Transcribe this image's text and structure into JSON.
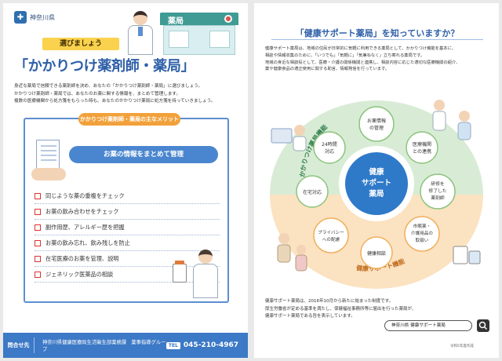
{
  "left": {
    "prefecture": "神奈川県",
    "pharmacy_sign": "薬局",
    "subtitle": "選びましょう",
    "title": "「かかりつけ薬剤師・薬局」",
    "intro_lines": [
      "身近な薬局で信頼できる薬剤師を決め、あなたの「かかりつけ薬剤師・薬局」に選びましょう。",
      "かかりつけ薬剤師・薬局では、あなたのお薬に関する情報を、まとめて管理します。",
      "複数の医療機関から処方箋をもらった時も、あなたのかかりつけ薬局に処方箋を持っていきましょう。"
    ],
    "merit_tab": "かかりつけ薬剤師・薬局の主なメリット",
    "feature_label": "お薬の情報をまとめて管理",
    "merits": [
      "同じような薬の重複をチェック",
      "お薬の飲み合わせをチェック",
      "副作用歴、アレルギー歴を把握",
      "お薬の飲み忘れ、飲み残しを防止",
      "在宅医療のお薬を管理、説明",
      "ジェネリック医薬品の相談"
    ],
    "contact": {
      "label": "問合せ先",
      "org": "神奈川県健康医療局生活衛生部薬務課　薬事指導グループ",
      "tel_label": "TEL",
      "tel": "045-210-4967"
    }
  },
  "right": {
    "title": "「健康サポート薬局」を知っていますか？",
    "intro_lines": [
      "健康サポート薬局は、地域の住民が日常的に気軽に利用できる薬局として、かかりつけ機能を基本に、",
      "相談や情報収集のために、「いつでも」「気軽に」「気兼ねなく」立ち寄れる薬局です。",
      "地域の身近な相談役として、医療・介護の関係機関と連携し、相談内容に応じた適切な医療機関の紹介、",
      "薬や健康食品の適正使用に関する助言、情報発信を行っています。"
    ],
    "center_lines": [
      "健康",
      "サポート",
      "薬局"
    ],
    "arc_top_label": "かかりつけ薬局機能",
    "arc_bottom_label": "健康サポート機能",
    "nodes": [
      {
        "lines": [
          "お薬情報",
          "の管理"
        ]
      },
      {
        "lines": [
          "24時間",
          "対応"
        ]
      },
      {
        "lines": [
          "医療機関",
          "との連携"
        ]
      },
      {
        "lines": [
          "在宅対応"
        ]
      },
      {
        "lines": [
          "研修を",
          "修了した",
          "薬剤師"
        ]
      },
      {
        "lines": [
          "プライバシー",
          "への配慮"
        ]
      },
      {
        "lines": [
          "市販薬・",
          "介護用品の",
          "取扱い"
        ]
      },
      {
        "lines": [
          "健康相談"
        ]
      }
    ],
    "footer_lines": [
      "健康サポート薬局は、2016年10月から新たに始まった制度です。",
      "厚生労働省が定める基準を満たし、保健福祉事務所等に届出を行った薬局が、",
      "健康サポート薬局である旨を表示しています。"
    ],
    "search_text": "神奈川県 健康サポート薬局",
    "note": "令和5年度作成"
  },
  "colors": {
    "brand_blue": "#3c79c6",
    "title_blue": "#2e5fa8",
    "accent_orange": "#f2a13a",
    "highlight_yellow": "#fbd24d",
    "ring_green": "#d8ecd5",
    "ring_orange": "#fbe2c0",
    "node_border": "#8cc47e",
    "check_red": "#d33333"
  }
}
